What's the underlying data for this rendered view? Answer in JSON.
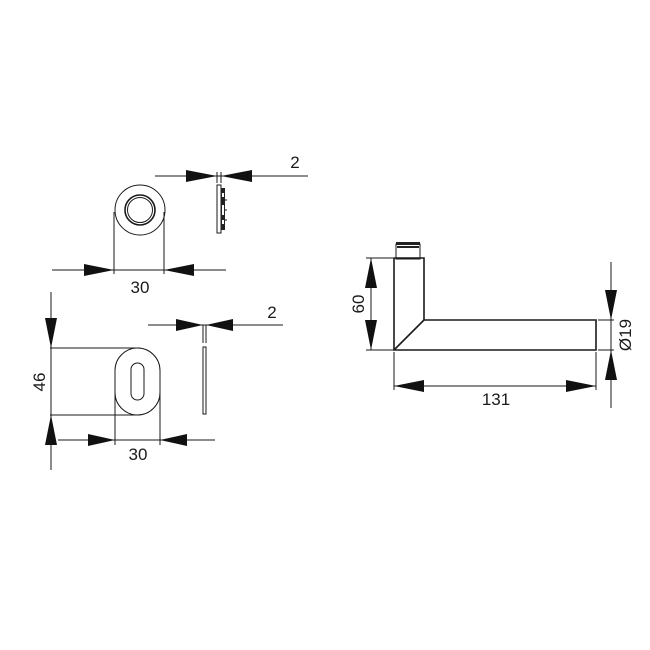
{
  "diagram": {
    "type": "technical-drawing",
    "subject": "lever door handle with round rose and oval keyhole escutcheon",
    "line_color": "#1a1a1a",
    "background": "#ffffff"
  },
  "round_rose": {
    "front_view": {
      "shape": "circle with inner ring"
    },
    "dimensions": {
      "diameter_label": "30",
      "thickness_label": "2"
    }
  },
  "keyhole_escutcheon": {
    "front_view": {
      "shape": "oval with slot keyhole"
    },
    "dimensions": {
      "height_label": "46",
      "width_label": "30",
      "thickness_label": "2"
    }
  },
  "lever_handle": {
    "side_view": {
      "shape": "L-shaped lever with mitred corner and spindle on top"
    },
    "dimensions": {
      "height_label": "60",
      "length_label": "131",
      "diameter_label": "Ø19"
    }
  }
}
